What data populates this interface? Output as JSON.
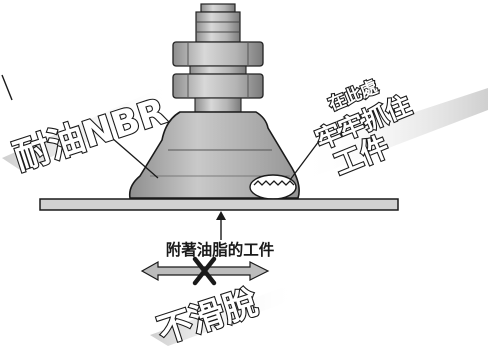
{
  "labels": {
    "material": "耐油NBR",
    "grip_line1": "在此處",
    "grip_line2": "牢牢抓住",
    "grip_line3": "工件",
    "workpiece": "附著油脂的工件",
    "no_slip": "不滑脫"
  }
}
